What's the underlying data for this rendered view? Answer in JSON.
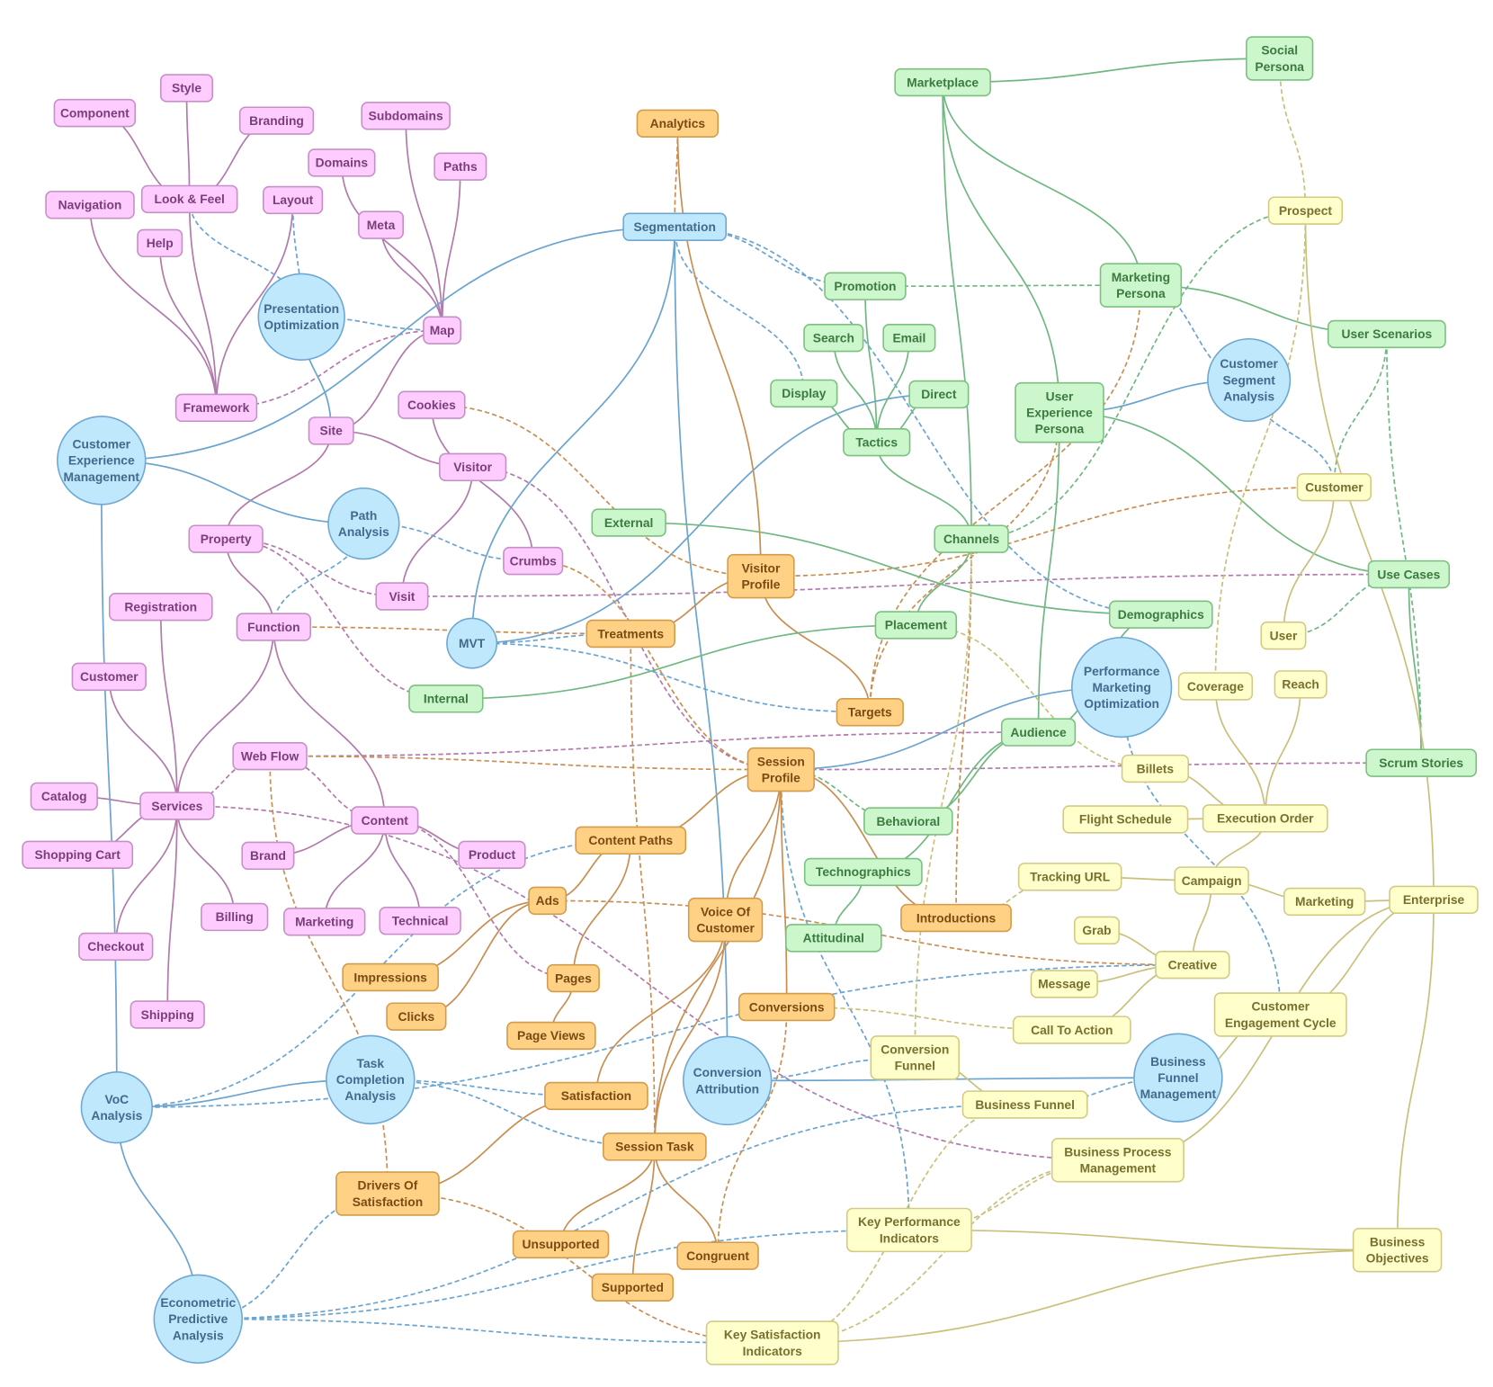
{
  "palette": {
    "pink": {
      "fill": "#ffccff",
      "stroke": "#c590c5",
      "text": "#7a3e7a",
      "edge": "#b27aac"
    },
    "blue": {
      "fill": "#bfe8fc",
      "stroke": "#6ea8d2",
      "text": "#426a8c",
      "edge": "#6aa4d0"
    },
    "orange": {
      "fill": "#ffd184",
      "stroke": "#d39b4c",
      "text": "#7a4a14",
      "edge": "#c98f52"
    },
    "green": {
      "fill": "#ccf6cc",
      "stroke": "#7cc080",
      "text": "#3c7a40",
      "edge": "#70b882"
    },
    "yellow": {
      "fill": "#ffffcc",
      "stroke": "#d2ca84",
      "text": "#77702e",
      "edge": "#c9c07a"
    }
  },
  "nodes": {
    "style": [
      "Style"
    ],
    "component": [
      "Component"
    ],
    "branding": [
      "Branding"
    ],
    "lookfeel": [
      "Look & Feel"
    ],
    "navigation": [
      "Navigation"
    ],
    "layout": [
      "Layout"
    ],
    "domains": [
      "Domains"
    ],
    "subdomains": [
      "Subdomains"
    ],
    "paths": [
      "Paths"
    ],
    "meta": [
      "Meta"
    ],
    "help": [
      "Help"
    ],
    "map": [
      "Map"
    ],
    "framework": [
      "Framework"
    ],
    "cookies": [
      "Cookies"
    ],
    "site": [
      "Site"
    ],
    "visitor": [
      "Visitor"
    ],
    "property": [
      "Property"
    ],
    "crumbs": [
      "Crumbs"
    ],
    "visit": [
      "Visit"
    ],
    "registration": [
      "Registration"
    ],
    "function": [
      "Function"
    ],
    "customer_p": [
      "Customer"
    ],
    "webflow": [
      "Web Flow"
    ],
    "catalog": [
      "Catalog"
    ],
    "services": [
      "Services"
    ],
    "content": [
      "Content"
    ],
    "shoppingcart": [
      "Shopping Cart"
    ],
    "brand": [
      "Brand"
    ],
    "product": [
      "Product"
    ],
    "billing": [
      "Billing"
    ],
    "marketing_p": [
      "Marketing"
    ],
    "technical": [
      "Technical"
    ],
    "checkout": [
      "Checkout"
    ],
    "shipping": [
      "Shipping"
    ],
    "presopt": [
      "Presentation",
      "Optimization"
    ],
    "cem": [
      "Customer",
      "Experience",
      "Management"
    ],
    "pathanalysis": [
      "Path",
      "Analysis"
    ],
    "mvt": [
      "MVT"
    ],
    "segmentation": [
      "Segmentation"
    ],
    "perfmkt": [
      "Performance",
      "Marketing",
      "Optimization"
    ],
    "custseg": [
      "Customer",
      "Segment",
      "Analysis"
    ],
    "convattr": [
      "Conversion",
      "Attribution"
    ],
    "taskcomp": [
      "Task",
      "Completion",
      "Analysis"
    ],
    "voc": [
      "VoC",
      "Analysis"
    ],
    "econ": [
      "Econometric",
      "Predictive",
      "Analysis"
    ],
    "bfm": [
      "Business",
      "Funnel",
      "Management"
    ],
    "analytics": [
      "Analytics"
    ],
    "visitorprofile": [
      "Visitor",
      "Profile"
    ],
    "treatments": [
      "Treatments"
    ],
    "targets": [
      "Targets"
    ],
    "sessionprofile": [
      "Session",
      "Profile"
    ],
    "contentpaths": [
      "Content Paths"
    ],
    "ads": [
      "Ads"
    ],
    "voc_o": [
      "Voice Of",
      "Customer"
    ],
    "impressions": [
      "Impressions"
    ],
    "pages": [
      "Pages"
    ],
    "clicks": [
      "Clicks"
    ],
    "pageviews": [
      "Page Views"
    ],
    "conversions": [
      "Conversions"
    ],
    "satisfaction": [
      "Satisfaction"
    ],
    "sessiontask": [
      "Session Task"
    ],
    "drivers": [
      "Drivers Of",
      "Satisfaction"
    ],
    "unsupported": [
      "Unsupported"
    ],
    "congruent": [
      "Congruent"
    ],
    "supported": [
      "Supported"
    ],
    "introductions": [
      "Introductions"
    ],
    "marketplace": [
      "Marketplace"
    ],
    "socialpersona": [
      "Social",
      "Persona"
    ],
    "promotion": [
      "Promotion"
    ],
    "marketingpersona": [
      "Marketing",
      "Persona"
    ],
    "search": [
      "Search"
    ],
    "email": [
      "Email"
    ],
    "display": [
      "Display"
    ],
    "direct": [
      "Direct"
    ],
    "uxpersona": [
      "User",
      "Experience",
      "Persona"
    ],
    "userscenarios": [
      "User Scenarios"
    ],
    "tactics": [
      "Tactics"
    ],
    "external": [
      "External"
    ],
    "channels": [
      "Channels"
    ],
    "usecases": [
      "Use Cases"
    ],
    "demographics": [
      "Demographics"
    ],
    "placement": [
      "Placement"
    ],
    "internal": [
      "Internal"
    ],
    "audience": [
      "Audience"
    ],
    "scrumstories": [
      "Scrum Stories"
    ],
    "behavioral": [
      "Behavioral"
    ],
    "technographics": [
      "Technographics"
    ],
    "attitudinal": [
      "Attitudinal"
    ],
    "prospect": [
      "Prospect"
    ],
    "customer_y": [
      "Customer"
    ],
    "user": [
      "User"
    ],
    "coverage": [
      "Coverage"
    ],
    "reach": [
      "Reach"
    ],
    "billets": [
      "Billets"
    ],
    "flightschedule": [
      "Flight Schedule"
    ],
    "executionorder": [
      "Execution Order"
    ],
    "trackingurl": [
      "Tracking URL"
    ],
    "campaign": [
      "Campaign"
    ],
    "marketing_y": [
      "Marketing"
    ],
    "enterprise": [
      "Enterprise"
    ],
    "grab": [
      "Grab"
    ],
    "creative": [
      "Creative"
    ],
    "message": [
      "Message"
    ],
    "calltoaction": [
      "Call To Action"
    ],
    "cec": [
      "Customer",
      "Engagement Cycle"
    ],
    "convfunnel": [
      "Conversion",
      "Funnel"
    ],
    "businessfunnel": [
      "Business Funnel"
    ],
    "bpm": [
      "Business Process",
      "Management"
    ],
    "kpi": [
      "Key Performance",
      "Indicators"
    ],
    "businessobjectives": [
      "Business",
      "Objectives"
    ],
    "ksi": [
      "Key Satisfaction",
      "Indicators"
    ]
  },
  "edges": [
    [
      "component",
      "lookfeel",
      "pink",
      0
    ],
    [
      "style",
      "lookfeel",
      "pink",
      0
    ],
    [
      "branding",
      "lookfeel",
      "pink",
      0
    ],
    [
      "lookfeel",
      "framework",
      "pink",
      0
    ],
    [
      "navigation",
      "framework",
      "pink",
      0
    ],
    [
      "help",
      "framework",
      "pink",
      0
    ],
    [
      "layout",
      "framework",
      "pink",
      0
    ],
    [
      "domains",
      "map",
      "pink",
      0
    ],
    [
      "subdomains",
      "map",
      "pink",
      0
    ],
    [
      "paths",
      "map",
      "pink",
      0
    ],
    [
      "meta",
      "map",
      "pink",
      0
    ],
    [
      "map",
      "site",
      "pink",
      0
    ],
    [
      "site",
      "visitor",
      "pink",
      0
    ],
    [
      "site",
      "property",
      "pink",
      0
    ],
    [
      "visitor",
      "visit",
      "pink",
      0
    ],
    [
      "cookies",
      "crumbs",
      "pink",
      0
    ],
    [
      "property",
      "function",
      "pink",
      0
    ],
    [
      "function",
      "content",
      "pink",
      0
    ],
    [
      "function",
      "services",
      "pink",
      0
    ],
    [
      "registration",
      "services",
      "pink",
      0
    ],
    [
      "customer_p",
      "services",
      "pink",
      0
    ],
    [
      "catalog",
      "services",
      "pink",
      0
    ],
    [
      "shoppingcart",
      "services",
      "pink",
      0
    ],
    [
      "billing",
      "services",
      "pink",
      0
    ],
    [
      "shipping",
      "services",
      "pink",
      0
    ],
    [
      "checkout",
      "services",
      "pink",
      0
    ],
    [
      "content",
      "brand",
      "pink",
      0
    ],
    [
      "content",
      "product",
      "pink",
      0
    ],
    [
      "content",
      "marketing_p",
      "pink",
      0
    ],
    [
      "content",
      "technical",
      "pink",
      0
    ],
    [
      "framework",
      "map",
      "pink",
      1
    ],
    [
      "content",
      "pages",
      "pink",
      1
    ],
    [
      "webflow",
      "content",
      "pink",
      1
    ],
    [
      "property",
      "visit",
      "pink",
      1
    ],
    [
      "visit",
      "usecases",
      "pink",
      1
    ],
    [
      "webflow",
      "services",
      "pink",
      1
    ],
    [
      "visitor",
      "sessionprofile",
      "pink",
      1
    ],
    [
      "services",
      "bpm",
      "pink",
      1
    ],
    [
      "webflow",
      "audience",
      "pink",
      1
    ],
    [
      "sessionprofile",
      "scrumstories",
      "pink",
      1
    ],
    [
      "property",
      "internal",
      "pink",
      1
    ],
    [
      "layout",
      "presopt",
      "blue",
      1
    ],
    [
      "lookfeel",
      "presopt",
      "blue",
      1
    ],
    [
      "segmentation",
      "cem",
      "blue",
      0
    ],
    [
      "segmentation",
      "mvt",
      "blue",
      0
    ],
    [
      "segmentation",
      "convattr",
      "blue",
      0
    ],
    [
      "cem",
      "voc",
      "blue",
      0
    ],
    [
      "cem",
      "pathanalysis",
      "blue",
      0
    ],
    [
      "presopt",
      "site",
      "blue",
      0
    ],
    [
      "mvt",
      "direct",
      "blue",
      0
    ],
    [
      "uxpersona",
      "custseg",
      "blue",
      0
    ],
    [
      "perfmkt",
      "sessionprofile",
      "blue",
      0
    ],
    [
      "voc",
      "taskcomp",
      "blue",
      0
    ],
    [
      "voc",
      "econ",
      "blue",
      0
    ],
    [
      "convattr",
      "bfm",
      "blue",
      0
    ],
    [
      "presopt",
      "map",
      "blue",
      1
    ],
    [
      "segmentation",
      "promotion",
      "blue",
      1
    ],
    [
      "segmentation",
      "demographics",
      "blue",
      1
    ],
    [
      "segmentation",
      "display",
      "blue",
      1
    ],
    [
      "pathanalysis",
      "crumbs",
      "blue",
      1
    ],
    [
      "pathanalysis",
      "function",
      "blue",
      1
    ],
    [
      "mvt",
      "treatments",
      "blue",
      1
    ],
    [
      "mvt",
      "targets",
      "blue",
      1
    ],
    [
      "voc",
      "contentpaths",
      "blue",
      1
    ],
    [
      "voc",
      "creative",
      "blue",
      1
    ],
    [
      "taskcomp",
      "satisfaction",
      "blue",
      1
    ],
    [
      "taskcomp",
      "sessiontask",
      "blue",
      1
    ],
    [
      "econ",
      "kpi",
      "blue",
      1
    ],
    [
      "econ",
      "ksi",
      "blue",
      1
    ],
    [
      "econ",
      "drivers",
      "blue",
      1
    ],
    [
      "econ",
      "businessfunnel",
      "blue",
      1
    ],
    [
      "custseg",
      "marketingpersona",
      "blue",
      1
    ],
    [
      "custseg",
      "customer_y",
      "blue",
      1
    ],
    [
      "bfm",
      "businessfunnel",
      "blue",
      1
    ],
    [
      "convattr",
      "convfunnel",
      "blue",
      1
    ],
    [
      "sessionprofile",
      "kpi",
      "blue",
      1
    ],
    [
      "cec",
      "perfmkt",
      "blue",
      1
    ],
    [
      "analytics",
      "visitorprofile",
      "orange",
      0
    ],
    [
      "visitorprofile",
      "treatments",
      "orange",
      0
    ],
    [
      "visitorprofile",
      "targets",
      "orange",
      0
    ],
    [
      "treatments",
      "function",
      "orange",
      1
    ],
    [
      "sessionprofile",
      "contentpaths",
      "orange",
      0
    ],
    [
      "sessionprofile",
      "introductions",
      "orange",
      0
    ],
    [
      "sessionprofile",
      "voc_o",
      "orange",
      0
    ],
    [
      "sessionprofile",
      "conversions",
      "orange",
      0
    ],
    [
      "sessionprofile",
      "sessiontask",
      "orange",
      0
    ],
    [
      "contentpaths",
      "ads",
      "orange",
      0
    ],
    [
      "ads",
      "impressions",
      "orange",
      0
    ],
    [
      "ads",
      "clicks",
      "orange",
      0
    ],
    [
      "contentpaths",
      "pages",
      "orange",
      0
    ],
    [
      "pages",
      "pageviews",
      "orange",
      0
    ],
    [
      "voc_o",
      "satisfaction",
      "orange",
      0
    ],
    [
      "voc_o",
      "sessiontask",
      "orange",
      0
    ],
    [
      "sessiontask",
      "unsupported",
      "orange",
      0
    ],
    [
      "sessiontask",
      "supported",
      "orange",
      0
    ],
    [
      "sessiontask",
      "congruent",
      "orange",
      0
    ],
    [
      "drivers",
      "satisfaction",
      "orange",
      0
    ],
    [
      "analytics",
      "segmentation",
      "orange",
      1
    ],
    [
      "cookies",
      "visitorprofile",
      "orange",
      1
    ],
    [
      "crumbs",
      "sessionprofile",
      "orange",
      1
    ],
    [
      "webflow",
      "sessionprofile",
      "orange",
      1
    ],
    [
      "webflow",
      "drivers",
      "orange",
      1
    ],
    [
      "customer_y",
      "visitorprofile",
      "orange",
      1
    ],
    [
      "targets",
      "marketingpersona",
      "orange",
      1
    ],
    [
      "targets",
      "uxpersona",
      "orange",
      1
    ],
    [
      "ads",
      "creative",
      "orange",
      1
    ],
    [
      "drivers",
      "ksi",
      "orange",
      1
    ],
    [
      "conversions",
      "congruent",
      "orange",
      1
    ],
    [
      "introductions",
      "channels",
      "orange",
      1
    ],
    [
      "treatments",
      "sessiontask",
      "orange",
      1
    ],
    [
      "marketplace",
      "socialpersona",
      "green",
      0
    ],
    [
      "marketplace",
      "marketingpersona",
      "green",
      0
    ],
    [
      "marketplace",
      "uxpersona",
      "green",
      0
    ],
    [
      "marketplace",
      "channels",
      "green",
      0
    ],
    [
      "promotion",
      "tactics",
      "green",
      0
    ],
    [
      "search",
      "tactics",
      "green",
      0
    ],
    [
      "email",
      "tactics",
      "green",
      0
    ],
    [
      "display",
      "tactics",
      "green",
      0
    ],
    [
      "direct",
      "tactics",
      "green",
      0
    ],
    [
      "tactics",
      "channels",
      "green",
      0
    ],
    [
      "channels",
      "placement",
      "green",
      0
    ],
    [
      "placement",
      "internal",
      "green",
      0
    ],
    [
      "external",
      "demographics",
      "green",
      0
    ],
    [
      "uxpersona",
      "usecases",
      "green",
      0
    ],
    [
      "uxpersona",
      "audience",
      "green",
      0
    ],
    [
      "marketingpersona",
      "userscenarios",
      "green",
      0
    ],
    [
      "usecases",
      "scrumstories",
      "green",
      0
    ],
    [
      "audience",
      "technographics",
      "green",
      0
    ],
    [
      "audience",
      "behavioral",
      "green",
      0
    ],
    [
      "technographics",
      "attitudinal",
      "green",
      0
    ],
    [
      "demographics",
      "audience",
      "green",
      0
    ],
    [
      "promotion",
      "marketingpersona",
      "green",
      1
    ],
    [
      "prospect",
      "channels",
      "green",
      1
    ],
    [
      "userscenarios",
      "customer_y",
      "green",
      1
    ],
    [
      "usecases",
      "user",
      "green",
      1
    ],
    [
      "sessionprofile",
      "behavioral",
      "green",
      1
    ],
    [
      "userscenarios",
      "scrumstories",
      "green",
      1
    ],
    [
      "socialpersona",
      "prospect",
      "yellow",
      1
    ],
    [
      "prospect",
      "enterprise",
      "yellow",
      0
    ],
    [
      "customer_y",
      "user",
      "yellow",
      0
    ],
    [
      "reach",
      "executionorder",
      "yellow",
      0
    ],
    [
      "coverage",
      "executionorder",
      "yellow",
      0
    ],
    [
      "billets",
      "executionorder",
      "yellow",
      0
    ],
    [
      "flightschedule",
      "executionorder",
      "yellow",
      0
    ],
    [
      "executionorder",
      "campaign",
      "yellow",
      0
    ],
    [
      "campaign",
      "trackingurl",
      "yellow",
      0
    ],
    [
      "campaign",
      "marketing_y",
      "yellow",
      0
    ],
    [
      "marketing_y",
      "enterprise",
      "yellow",
      0
    ],
    [
      "campaign",
      "creative",
      "yellow",
      0
    ],
    [
      "grab",
      "creative",
      "yellow",
      0
    ],
    [
      "message",
      "creative",
      "yellow",
      0
    ],
    [
      "calltoaction",
      "creative",
      "yellow",
      0
    ],
    [
      "cec",
      "enterprise",
      "yellow",
      0
    ],
    [
      "cec",
      "bfm",
      "yellow",
      0
    ],
    [
      "convfunnel",
      "businessfunnel",
      "yellow",
      0
    ],
    [
      "enterprise",
      "businessobjectives",
      "yellow",
      0
    ],
    [
      "enterprise",
      "bpm",
      "yellow",
      0
    ],
    [
      "kpi",
      "businessobjectives",
      "yellow",
      0
    ],
    [
      "ksi",
      "businessobjectives",
      "yellow",
      0
    ],
    [
      "introductions",
      "trackingurl",
      "yellow",
      1
    ],
    [
      "prospect",
      "coverage",
      "yellow",
      1
    ],
    [
      "convfunnel",
      "channels",
      "yellow",
      1
    ],
    [
      "bpm",
      "kpi",
      "yellow",
      1
    ],
    [
      "bpm",
      "ksi",
      "yellow",
      1
    ],
    [
      "businessfunnel",
      "ksi",
      "yellow",
      1
    ],
    [
      "placement",
      "billets",
      "yellow",
      1
    ],
    [
      "conversions",
      "calltoaction",
      "yellow",
      1
    ]
  ]
}
